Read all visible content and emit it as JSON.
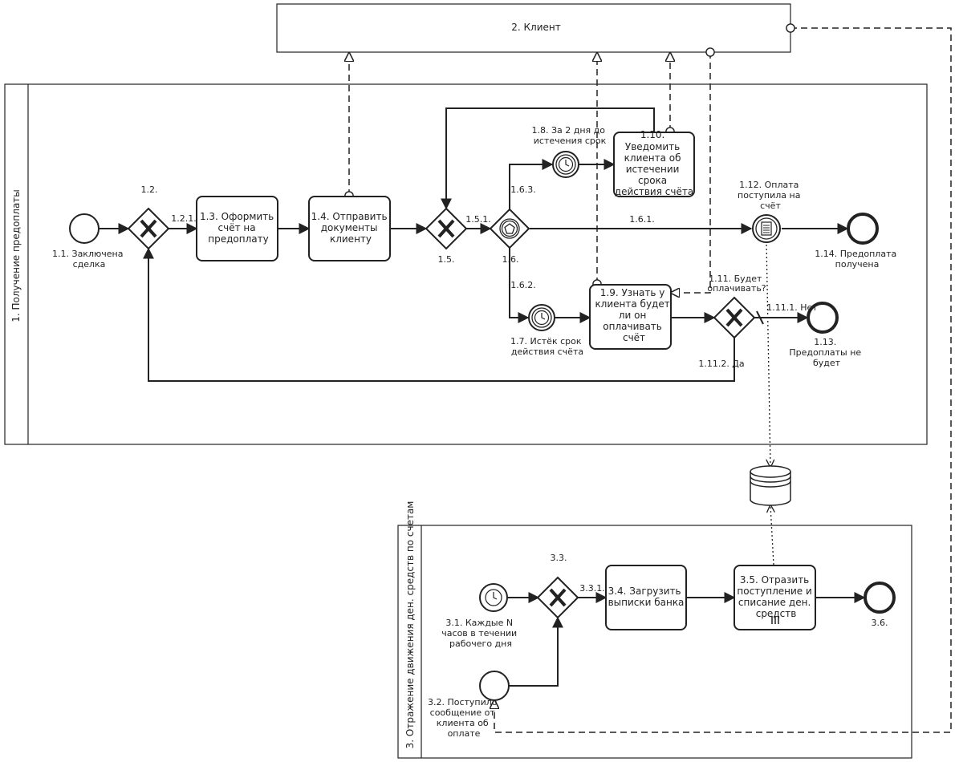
{
  "pools": {
    "client": "2. Клиент",
    "prepayment": "1. Получение предоплаты",
    "funds": "3. Отражение движения ден. средств по счетам"
  },
  "events": {
    "e1_1": [
      "1.1. Заключена",
      "сделка"
    ],
    "e1_7": [
      "1.7. Истёк срок",
      "действия счёта"
    ],
    "e1_8": [
      "1.8. За 2 дня до",
      "истечения срок"
    ],
    "e1_12": [
      "1.12. Оплата",
      "поступила на",
      "счёт"
    ],
    "e1_13": [
      "1.13.",
      "Предоплаты не",
      "будет"
    ],
    "e1_14": [
      "1.14. Предоплата",
      "получена"
    ],
    "e3_1": [
      "3.1. Каждые N",
      "часов в течении",
      "рабочего дня"
    ],
    "e3_2": [
      "3.2. Поступило",
      "сообщение от",
      "клиента об",
      "оплате"
    ],
    "e3_6": "3.6."
  },
  "tasks": {
    "t1_3": [
      "1.3. Оформить",
      "счёт на",
      "предоплату"
    ],
    "t1_4": [
      "1.4. Отправить",
      "документы",
      "клиенту"
    ],
    "t1_9": [
      "1.9. Узнать у",
      "клиента будет",
      "ли он",
      "оплачивать",
      "счёт"
    ],
    "t1_10": [
      "1.10.",
      "Уведомить",
      "клиента об",
      "истечении",
      "срока",
      "действия счёта"
    ],
    "t3_4": [
      "3.4. Загрузить",
      "выписки банка"
    ],
    "t3_5": [
      "3.5. Отразить",
      "поступление и",
      "списание ден.",
      "средств"
    ]
  },
  "gateways": {
    "g1_2": "1.2.",
    "g1_5": "1.5.",
    "g1_6": "1.6.",
    "g1_11": [
      "1.11. Будет",
      "оплачивать?"
    ],
    "g3_3": "3.3."
  },
  "flows": {
    "f1_2_1": "1.2.1.",
    "f1_5_1": "1.5.1.",
    "f1_6_1": "1.6.1.",
    "f1_6_2": "1.6.2.",
    "f1_6_3": "1.6.3.",
    "f1_11_1": "1.11.1. Нет",
    "f1_11_2": "1.11.2. Да",
    "f3_3_1": "3.3.1."
  }
}
